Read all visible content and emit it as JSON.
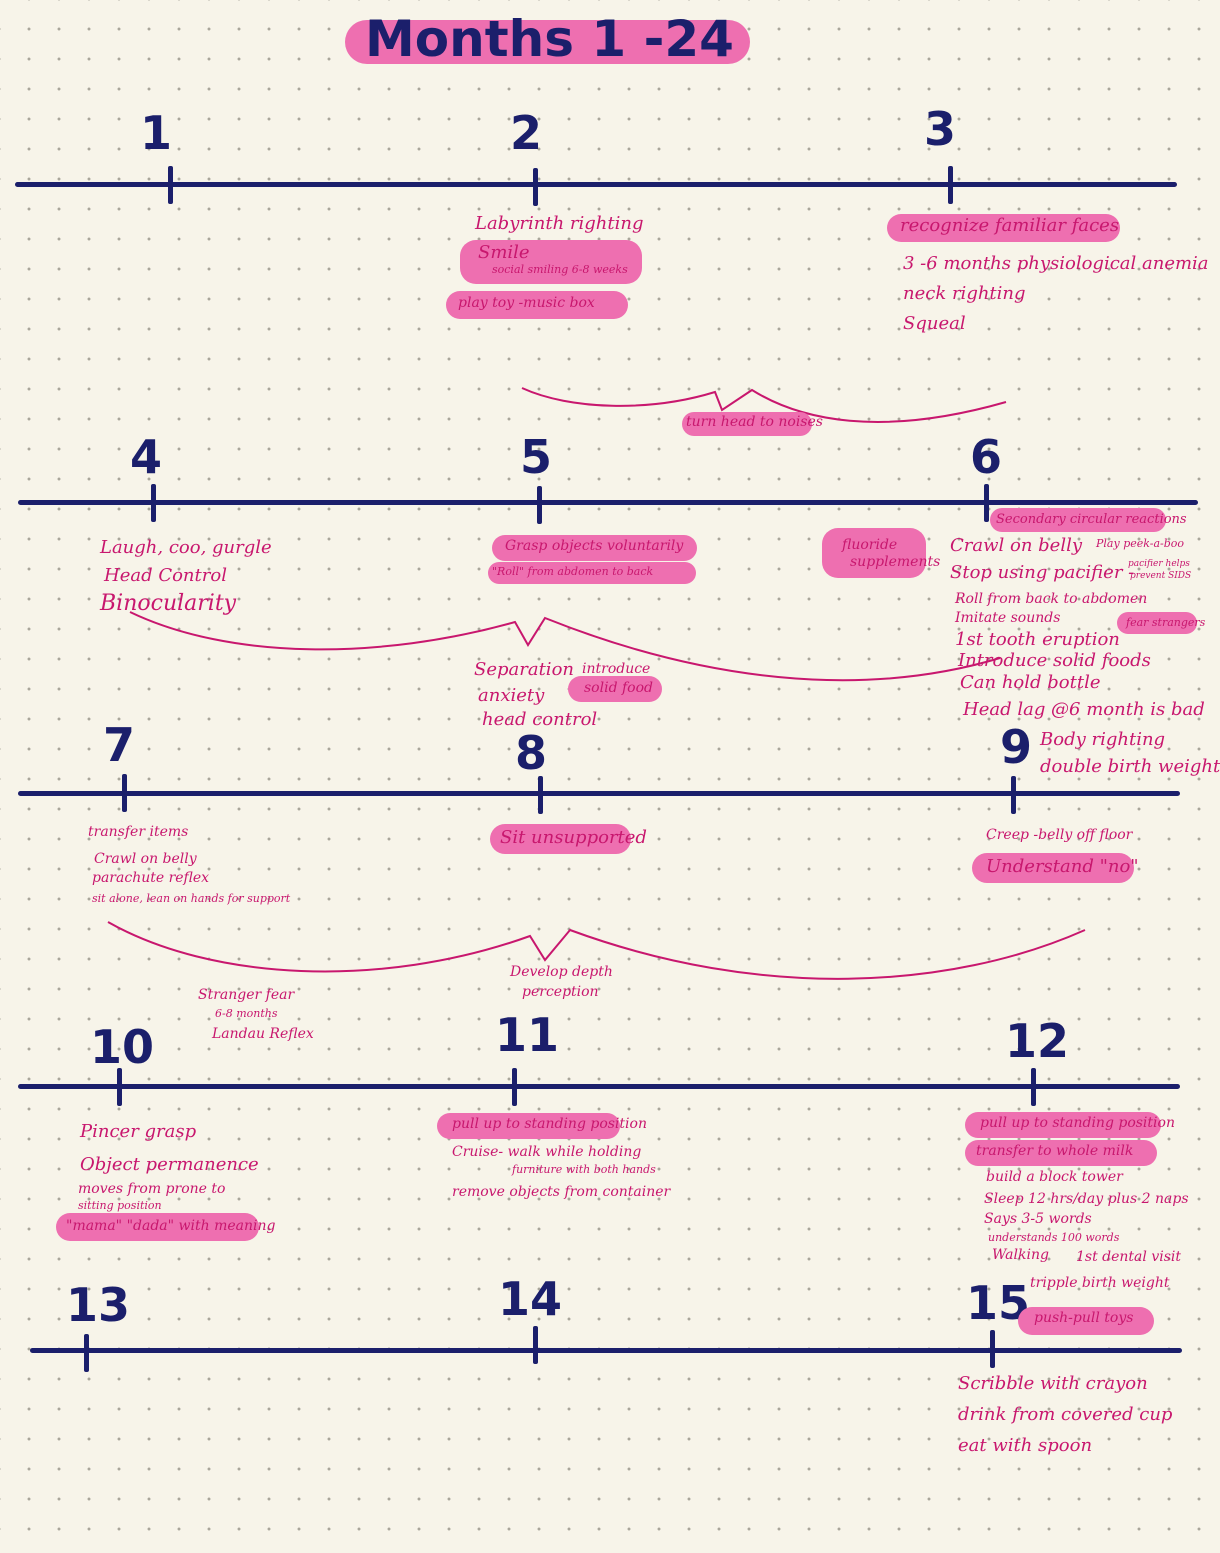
{
  "title": "Months 1 -24",
  "months": {
    "m1": "1",
    "m2": "2",
    "m3": "3",
    "m4": "4",
    "m5": "5",
    "m6": "6",
    "m7": "7",
    "m8": "8",
    "m9": "9",
    "m10": "10",
    "m11": "11",
    "m12": "12",
    "m13": "13",
    "m14": "14",
    "m15": "15"
  },
  "notes": {
    "month2": [
      "Labyrinth righting",
      "Smile",
      "social smiling 6-8 weeks",
      "play toy -music box"
    ],
    "month3": [
      "recognize familiar faces",
      "3 -6 months physiological anemia",
      "neck righting",
      "Squeal"
    ],
    "brace1": "turn head to noises",
    "month4": [
      "Laugh, coo, gurgle",
      "Head Control",
      "Binocularity"
    ],
    "month5": [
      "Grasp objects voluntarily",
      "\"Roll\" from abdomen to back"
    ],
    "fluoride": [
      "fluoride",
      "supplements"
    ],
    "month6": [
      "Secondary circular reactions",
      "Crawl on belly",
      "Play peek-a-boo",
      "Stop using pacifier -",
      "pacifier helps",
      "prevent SIDS",
      "Roll from back to abdomen",
      "Imitate sounds",
      "fear strangers",
      "1st tooth eruption",
      "Introduce solid foods",
      "Can hold bottle",
      "Head lag @6 month is bad"
    ],
    "brace2": [
      "Separation",
      "anxiety",
      "introduce",
      "solid food",
      "head control"
    ],
    "month9_extra": [
      "Body righting",
      "double birth weight"
    ],
    "month7": [
      "transfer items",
      "Crawl on belly",
      "parachute reflex",
      "sit alone, lean on hands for support"
    ],
    "month8": [
      "Sit unsupported"
    ],
    "month9": [
      "Creep -belly off floor",
      "Understand \"no\""
    ],
    "brace3": [
      "Develop depth",
      "perception"
    ],
    "between": [
      "Stranger fear",
      "6-8 months",
      "Landau Reflex"
    ],
    "month10": [
      "Pincer grasp",
      "Object permanence",
      "moves from prone to",
      "sitting position",
      "\"mama\" \"dada\" with meaning"
    ],
    "month11": [
      "pull up to standing position",
      "Cruise- walk while holding",
      "furniture with both hands",
      "remove objects from container"
    ],
    "month12": [
      "pull up to standing position",
      "transfer to whole milk",
      "build a block tower",
      "Sleep 12 hrs/day plus 2 naps",
      "Says 3-5 words",
      "understands 100 words",
      "Walking",
      "1st dental visit",
      "tripple birth weight"
    ],
    "month15_top": [
      "push-pull toys"
    ],
    "month15": [
      "Scribble with crayon",
      "drink from covered cup",
      "eat with spoon"
    ]
  },
  "colors": {
    "ink_navy": "#1b1f6b",
    "ink_pink": "#c8176e",
    "highlight": "#ee6fb0",
    "paper": "#f7f4e9",
    "dots": "#a9a69b"
  }
}
